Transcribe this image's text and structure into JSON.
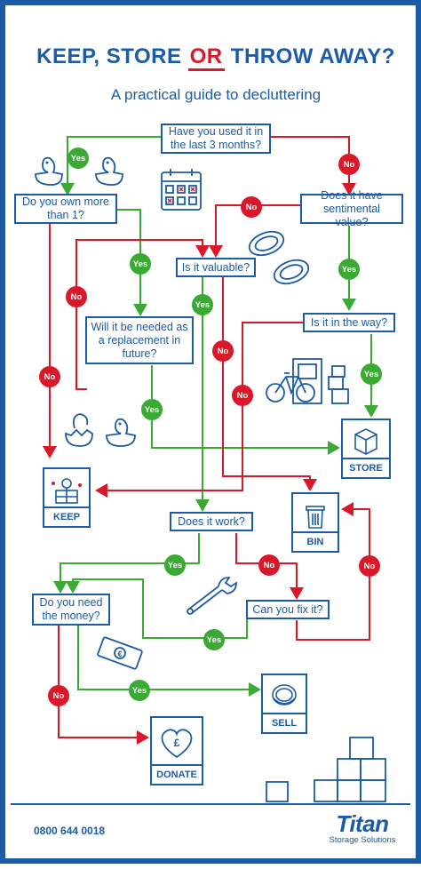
{
  "title": {
    "part1": "KEEP, STORE ",
    "or": "OR",
    "part2": " THROW AWAY?"
  },
  "subtitle": "A practical guide to decluttering",
  "questions": {
    "q1": "Have you used it in the last 3 months?",
    "q2": "Do you own more than 1?",
    "q3": "Does it have sentimental value?",
    "q4": "Is it valuable?",
    "q5": "Will it be needed as a replacement in future?",
    "q6": "Is it in the way?",
    "q7": "Does it work?",
    "q8": "Do you need the money?",
    "q9": "Can you fix it?"
  },
  "answers": {
    "yes": "Yes",
    "no": "No"
  },
  "outcomes": {
    "keep": "KEEP",
    "store": "STORE",
    "bin": "BIN",
    "sell": "SELL",
    "donate": "DONATE"
  },
  "footer": {
    "phone": "0800 644 0018",
    "brand": "Titan",
    "brand_sub": "Storage Solutions"
  },
  "colors": {
    "blue": "#1b5ba7",
    "green": "#3aaa35",
    "red": "#d9182a"
  },
  "icons": [
    "duck-icon",
    "calendar-icon",
    "coin-icon",
    "bicycle-icon",
    "door-icon",
    "boxes-icon",
    "wrench-icon",
    "banknote-icon",
    "heart-icon",
    "box-icon",
    "bin-icon",
    "dresser-icon"
  ]
}
